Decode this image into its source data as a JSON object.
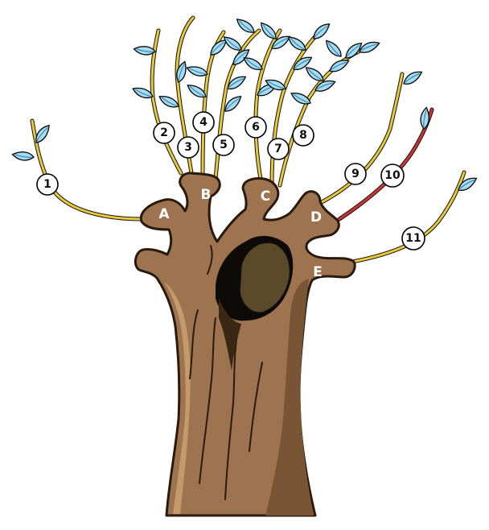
{
  "colors": {
    "bark": "#9e7450",
    "bark_highlight": "#c49a6b",
    "bark_shadow": "#7a5535",
    "bark_outline": "#2a1a0d",
    "hollow_dark": "#0d0a07",
    "hollow_inner": "#5b4a2a",
    "shoot": "#e8c93a",
    "shoot_cut": "#cc3333",
    "leaf": "#a6dcf1",
    "leaf_vein": "#2f7fb8",
    "label_circle": "#ffffff"
  },
  "branch_labels": [
    "A",
    "B",
    "C",
    "D",
    "E"
  ],
  "shoot_labels": [
    "1",
    "2",
    "3",
    "4",
    "5",
    "6",
    "7",
    "8",
    "9",
    "10",
    "11"
  ],
  "highlighted_shoot": "10",
  "icon": "pollarded-tree-icon"
}
